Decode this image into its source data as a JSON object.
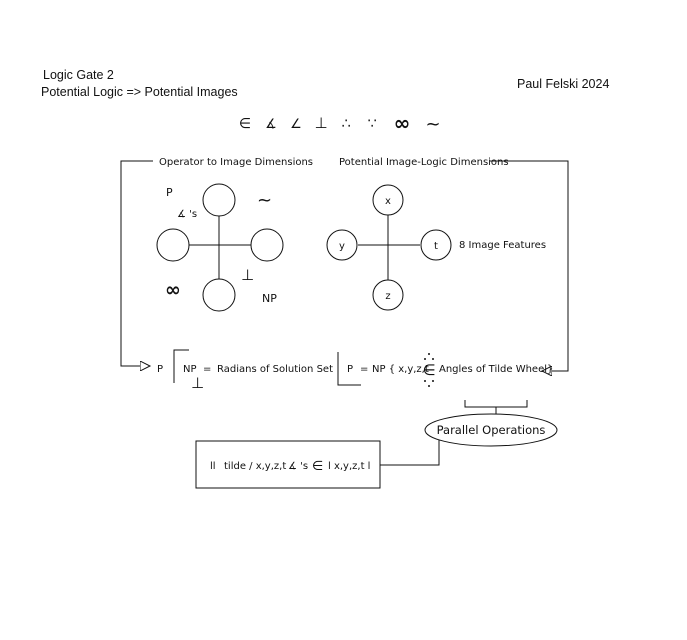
{
  "header": {
    "title": "Logic Gate 2",
    "subtitle": "Potential Logic => Potential Images",
    "author": "Paul Felski 2024"
  },
  "symbol_row": [
    "∈",
    "∡",
    "∠",
    "⊥",
    "∴",
    "∵",
    "∞",
    "~"
  ],
  "left_panel": {
    "label": "Operator to Image Dimensions",
    "symbol_p": "P",
    "symbol_angles": "∡ 's",
    "symbol_tilde": "~",
    "symbol_infinity": "∞",
    "symbol_perp": "⊥",
    "symbol_np": "NP"
  },
  "right_panel": {
    "label": "Potential Image-Logic Dimensions",
    "node_top": "x",
    "node_left": "y",
    "node_right": "t",
    "node_bottom": "z",
    "features_label": "8 Image Features"
  },
  "left_formula": {
    "p": "P",
    "np": "NP",
    "equals": "=",
    "text": "Radians of Solution Set",
    "perp": "⊥"
  },
  "right_formula": {
    "lhs": "P",
    "equals": "=",
    "np_prefix": "NP { x,y,z,t",
    "element_of": "∈",
    "text": "Angles of Tilde Wheel}"
  },
  "parallel": {
    "label": "Parallel Operations"
  },
  "bottom_box": {
    "prefix": "ll",
    "text_a": "tilde / x,y,z,t",
    "angles": "∡ 's",
    "element_of": "∈",
    "text_b": "l x,y,z,t l"
  },
  "colors": {
    "line": "#111111",
    "background": "#ffffff"
  }
}
